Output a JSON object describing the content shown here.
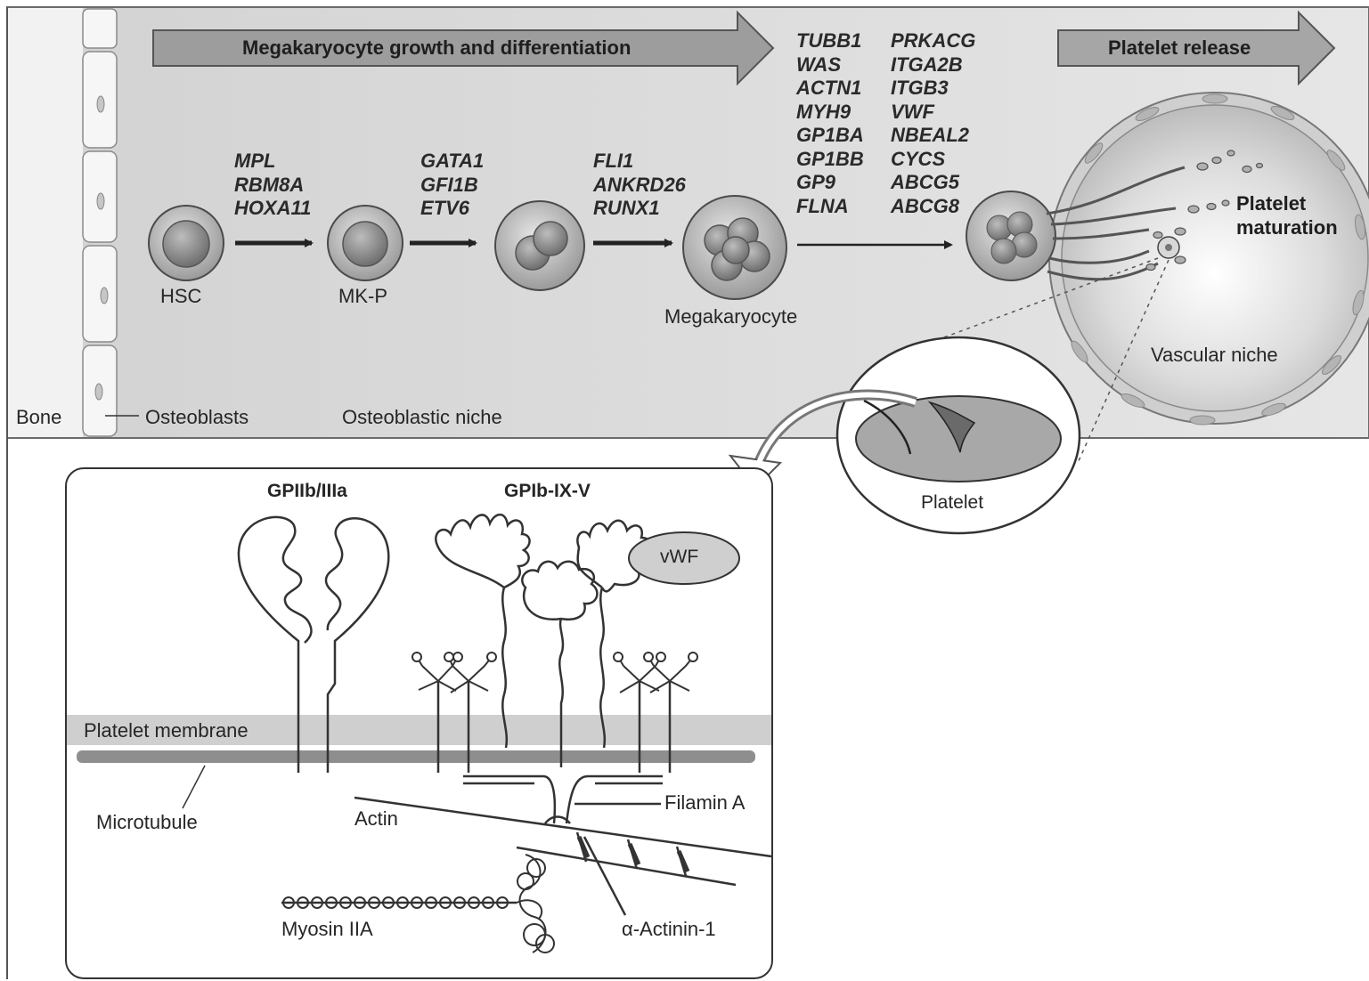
{
  "top": {
    "growth_arrow_label": "Megakaryocyte growth and differentiation",
    "release_arrow_label": "Platelet release",
    "bone_label": "Bone",
    "osteoblasts_label": "Osteoblasts",
    "osteoblastic_niche_label": "Osteoblastic niche",
    "vascular_niche_label": "Vascular niche",
    "platelet_maturation_label": "Platelet\nmaturation",
    "platelet_label": "Platelet",
    "cells": [
      {
        "label": "HSC"
      },
      {
        "label": "MK-P"
      },
      {
        "label": ""
      },
      {
        "label": "Megakaryocyte"
      }
    ],
    "gene_groups": {
      "g1": [
        "MPL",
        "RBM8A",
        "HOXA11"
      ],
      "g2": [
        "GATA1",
        "GFI1B",
        "ETV6"
      ],
      "g3": [
        "FLI1",
        "ANKRD26",
        "RUNX1"
      ],
      "g4a": [
        "TUBB1",
        "WAS",
        "ACTN1",
        "MYH9",
        "GP1BA",
        "GP1BB",
        "GP9",
        "FLNA"
      ],
      "g4b": [
        "PRKACG",
        "ITGA2B",
        "ITGB3",
        "VWF",
        "NBEAL2",
        "CYCS",
        "ABCG5",
        "ABCG8"
      ]
    }
  },
  "inset": {
    "gpiib_label": "GPIIb/IIIa",
    "gpib_label": "GPIb-IX-V",
    "vwf_label": "vWF",
    "membrane_label": "Platelet membrane",
    "microtubule_label": "Microtubule",
    "actin_label": "Actin",
    "filamin_label": "Filamin A",
    "myosin_label": "Myosin IIA",
    "actinin_label": "α-Actinin-1"
  }
}
